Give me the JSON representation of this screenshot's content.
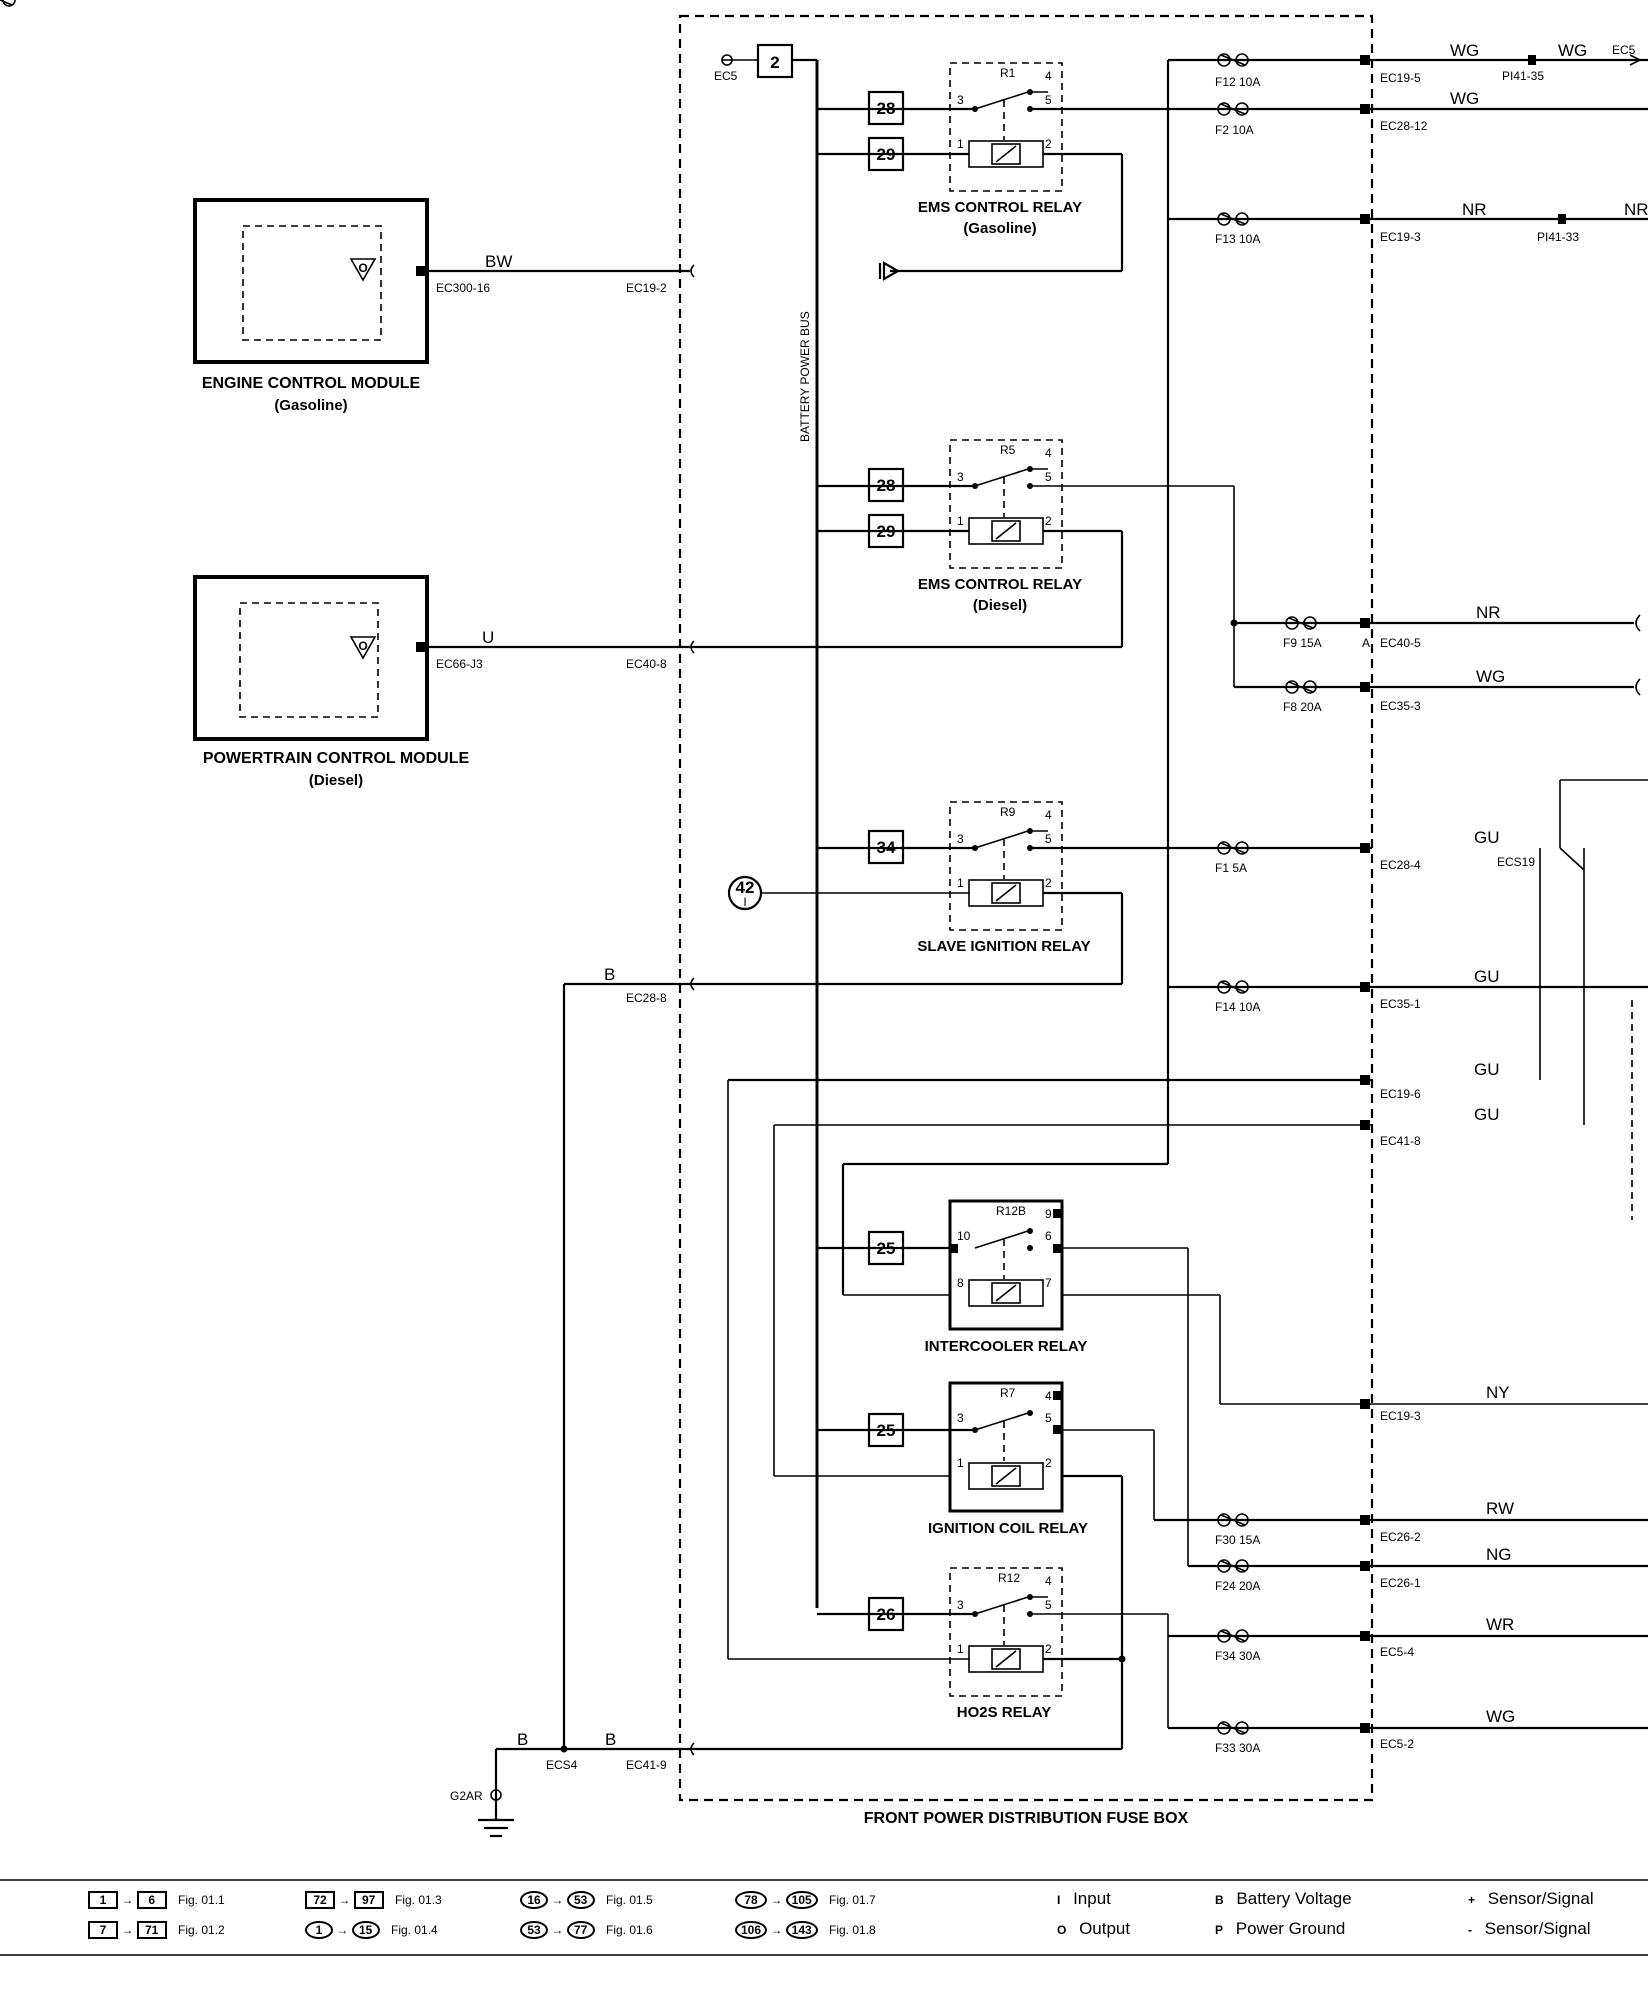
{
  "modules": {
    "ecm": {
      "title": "ENGINE CONTROL MODULE",
      "subtitle": "(Gasoline)",
      "pin": "EC300-16",
      "wire": "BW"
    },
    "pcm": {
      "title": "POWERTRAIN CONTROL MODULE",
      "subtitle": "(Diesel)",
      "pin": "EC66-J3",
      "wire": "U"
    }
  },
  "fusebox": {
    "title": "FRONT POWER DISTRIBUTION FUSE BOX",
    "bus_label": "BATTERY POWER BUS",
    "feed_box": "2",
    "feed_connector": "EC5",
    "left_connectors": {
      "c1": "EC19-2",
      "c2": "EC40-8",
      "c3": "EC28-8",
      "c4": "EC41-9"
    }
  },
  "relays": {
    "r1": {
      "id": "R1",
      "name": "EMS CONTROL RELAY",
      "sub": "(Gasoline)",
      "pins": [
        "3",
        "4",
        "5",
        "1",
        "2"
      ],
      "boxes": [
        "28",
        "29"
      ]
    },
    "r5": {
      "id": "R5",
      "name": "EMS CONTROL RELAY",
      "sub": "(Diesel)",
      "pins": [
        "3",
        "4",
        "5",
        "1",
        "2"
      ],
      "boxes": [
        "28",
        "29"
      ]
    },
    "r9": {
      "id": "R9",
      "name": "SLAVE IGNITION RELAY",
      "pins": [
        "3",
        "4",
        "5",
        "1",
        "2"
      ],
      "boxes": [
        "34"
      ],
      "circle": "42",
      "circle_sub": "I"
    },
    "r12b": {
      "id": "R12B",
      "name": "INTERCOOLER RELAY",
      "pins": [
        "10",
        "9",
        "6",
        "8",
        "7"
      ],
      "boxes": [
        "25"
      ]
    },
    "r7": {
      "id": "R7",
      "name": "IGNITION COIL RELAY",
      "pins": [
        "3",
        "4",
        "5",
        "1",
        "2"
      ],
      "boxes": [
        "25"
      ]
    },
    "r12": {
      "id": "R12",
      "name": "HO2S RELAY",
      "pins": [
        "3",
        "4",
        "5",
        "1",
        "2"
      ],
      "boxes": [
        "26"
      ]
    }
  },
  "fuses": {
    "f12": "F12 10A",
    "f2": "F2 10A",
    "f13": "F13 10A",
    "f9": "F9 15A",
    "f8": "F8 20A",
    "f1": "F1 5A",
    "f14": "F14 10A",
    "f30": "F30 15A",
    "f24": "F24 20A",
    "f34": "F34 30A",
    "f33": "F33 30A"
  },
  "outputs": {
    "o1": {
      "conn": "EC19-5",
      "wire": "WG",
      "conn2": "PI41-35",
      "wire2": "WG",
      "trunc": "EC5"
    },
    "o2": {
      "conn": "EC28-12",
      "wire": "WG"
    },
    "o3": {
      "conn": "EC19-3",
      "wire": "NR",
      "conn2": "PI41-33",
      "wire2": "NR"
    },
    "o4": {
      "conn": "EC40-5",
      "wire": "NR",
      "side": "A"
    },
    "o5": {
      "conn": "EC35-3",
      "wire": "WG"
    },
    "o6": {
      "conn": "EC28-4",
      "wire": "GU",
      "splice": "ECS19"
    },
    "o7": {
      "conn": "EC35-1",
      "wire": "GU"
    },
    "o8": {
      "conn": "EC19-6",
      "wire": "GU"
    },
    "o9": {
      "conn": "EC41-8",
      "wire": "GU"
    },
    "o10": {
      "conn": "EC19-3",
      "wire": "NY"
    },
    "o11": {
      "conn": "EC26-2",
      "wire": "RW"
    },
    "o12": {
      "conn": "EC26-1",
      "wire": "NG"
    },
    "o13": {
      "conn": "EC5-4",
      "wire": "WR"
    },
    "o14": {
      "conn": "EC5-2",
      "wire": "WG"
    }
  },
  "ground": {
    "wire_b": "B",
    "splice": "ECS4",
    "ground": "G2AR"
  },
  "legend": {
    "figs": [
      {
        "a": "1",
        "b": "6",
        "fig": "Fig. 01.1"
      },
      {
        "a": "7",
        "b": "71",
        "fig": "Fig. 01.2"
      },
      {
        "a": "72",
        "b": "97",
        "fig": "Fig. 01.3"
      },
      {
        "a": "1",
        "b": "15",
        "fig": "Fig. 01.4"
      },
      {
        "a": "16",
        "b": "53",
        "fig": "Fig. 01.5"
      },
      {
        "a": "53",
        "b": "77",
        "fig": "Fig. 01.6"
      },
      {
        "a": "78",
        "b": "105",
        "fig": "Fig. 01.7"
      },
      {
        "a": "106",
        "b": "143",
        "fig": "Fig. 01.8"
      }
    ],
    "symbols": {
      "input": "Input",
      "output": "Output",
      "battery": "Battery Voltage",
      "ground": "Power Ground",
      "sensor_pos": "Sensor/Signal",
      "sensor_neg": "Sensor/Signal"
    },
    "sym_letters": {
      "input": "I",
      "output": "O",
      "battery": "B",
      "ground": "P",
      "pos": "+",
      "neg": "-"
    }
  }
}
